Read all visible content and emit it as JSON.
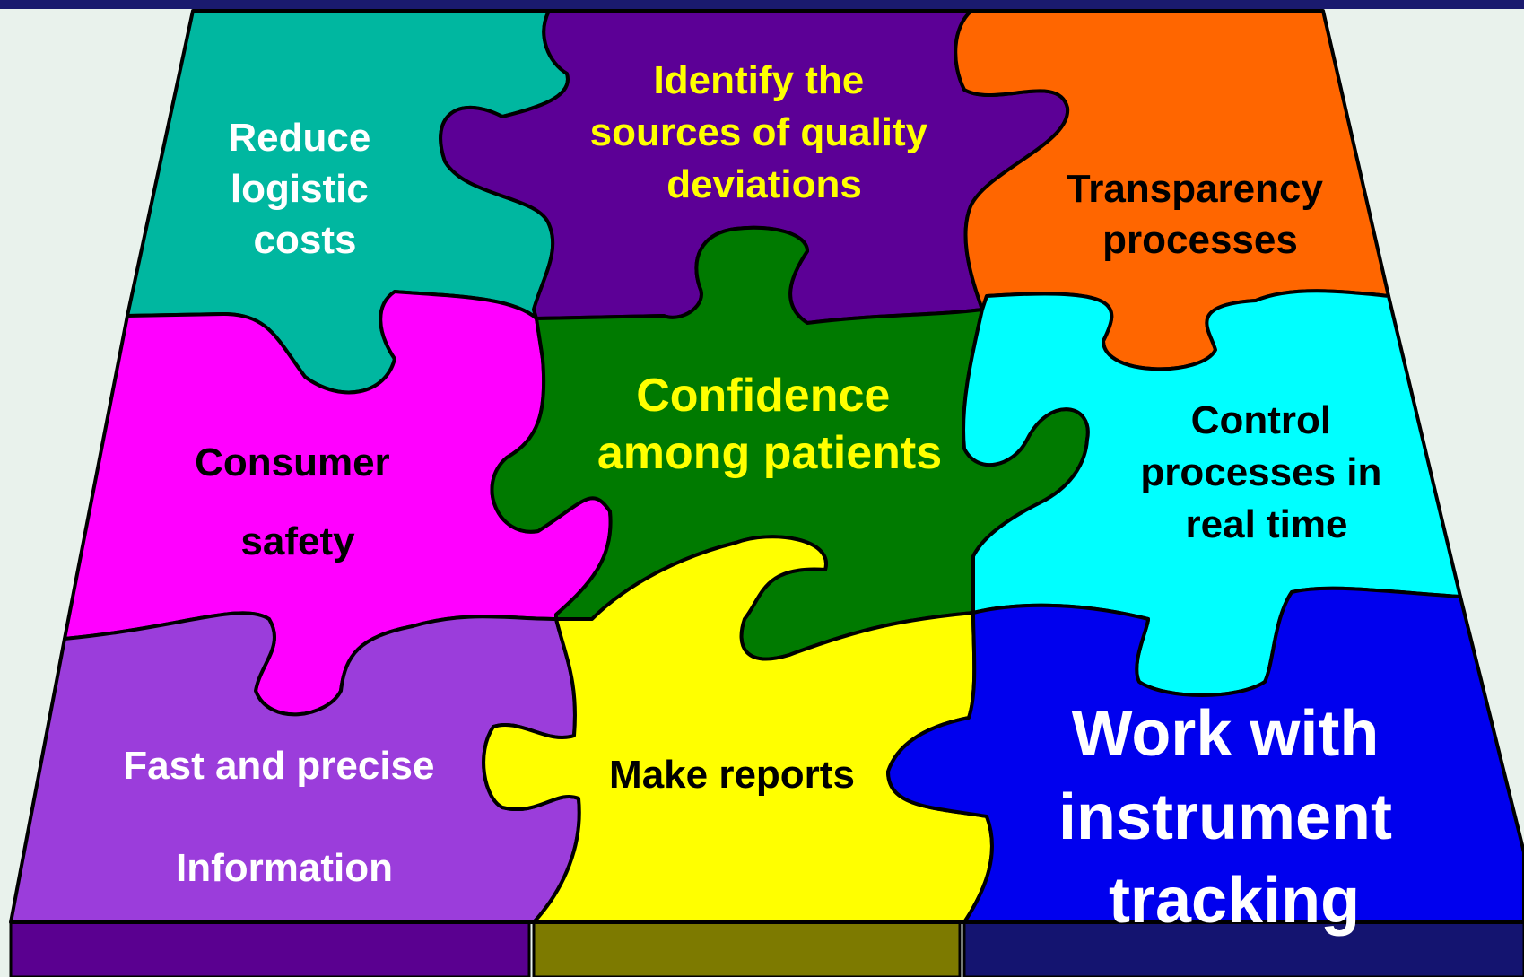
{
  "colors": {
    "background": "#e9f2ec",
    "top_bar": "#1a1a6e",
    "reduce_logistic": "#00b7a0",
    "identify_sources": "#5c0096",
    "transparency": "#ff6600",
    "consumer_safety": "#ff00ff",
    "confidence": "#007a00",
    "control_processes": "#00ffff",
    "fast_precise": "#9b3ddb",
    "make_reports": "#ffff00",
    "work_instrument": "#0000ee",
    "text_white": "#ffffff",
    "text_yellow": "#ffff00",
    "text_black": "#000000"
  },
  "pieces": {
    "reduce_logistic": {
      "lines": [
        "Reduce",
        "logistic",
        "costs"
      ]
    },
    "identify_sources": {
      "lines": [
        "Identify the",
        "sources of quality",
        "deviations"
      ]
    },
    "transparency": {
      "lines": [
        "Transparency",
        "processes"
      ]
    },
    "consumer_safety": {
      "lines": [
        "Consumer",
        "safety"
      ]
    },
    "confidence": {
      "lines": [
        "Confidence",
        "among patients"
      ]
    },
    "control_processes": {
      "lines": [
        "Control",
        "processes in",
        "real time"
      ]
    },
    "fast_precise": {
      "lines": [
        "Fast and precise",
        "Information"
      ]
    },
    "make_reports": {
      "lines": [
        "Make reports"
      ]
    },
    "work_instrument": {
      "lines": [
        "Work with",
        "instrument",
        "tracking"
      ]
    }
  }
}
